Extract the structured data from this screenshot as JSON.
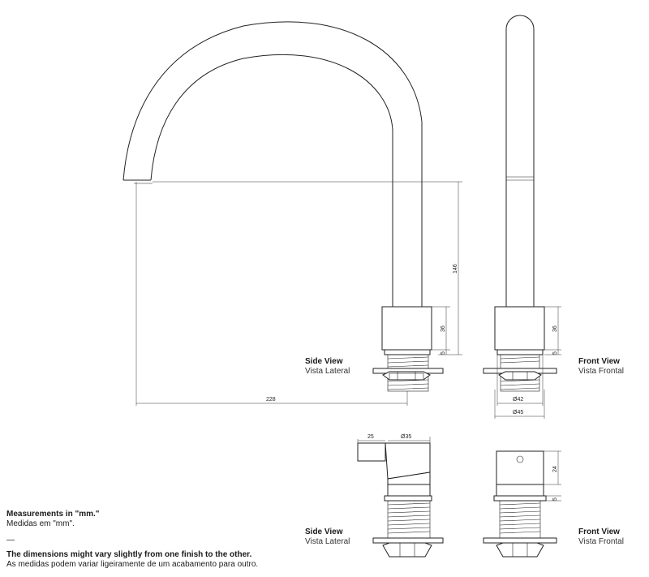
{
  "views": {
    "side_top": {
      "en": "Side View",
      "pt": "Vista Lateral"
    },
    "front_top": {
      "en": "Front View",
      "pt": "Vista Frontal"
    },
    "side_bottom": {
      "en": "Side View",
      "pt": "Vista Lateral"
    },
    "front_bottom": {
      "en": "Front View",
      "pt": "Vista Frontal"
    }
  },
  "dimensions": {
    "height_spout": "146",
    "body_height": "36",
    "base_height": "5",
    "reach": "228",
    "diameter_inner": "Ø42",
    "diameter_outer": "Ø45",
    "handle_length": "25",
    "handle_diameter": "Ø35",
    "handle_height": "24",
    "handle_base": "5",
    "front_body_height": "36",
    "front_base_height": "5"
  },
  "notes": {
    "measure_en": "Measurements in \"mm.\"",
    "measure_pt": "Medidas em \"mm\".",
    "separator": "—",
    "vary_en": "The dimensions might vary slightly from one finish to the other.",
    "vary_pt": "As medidas podem variar ligeiramente de um acabamento para outro."
  }
}
